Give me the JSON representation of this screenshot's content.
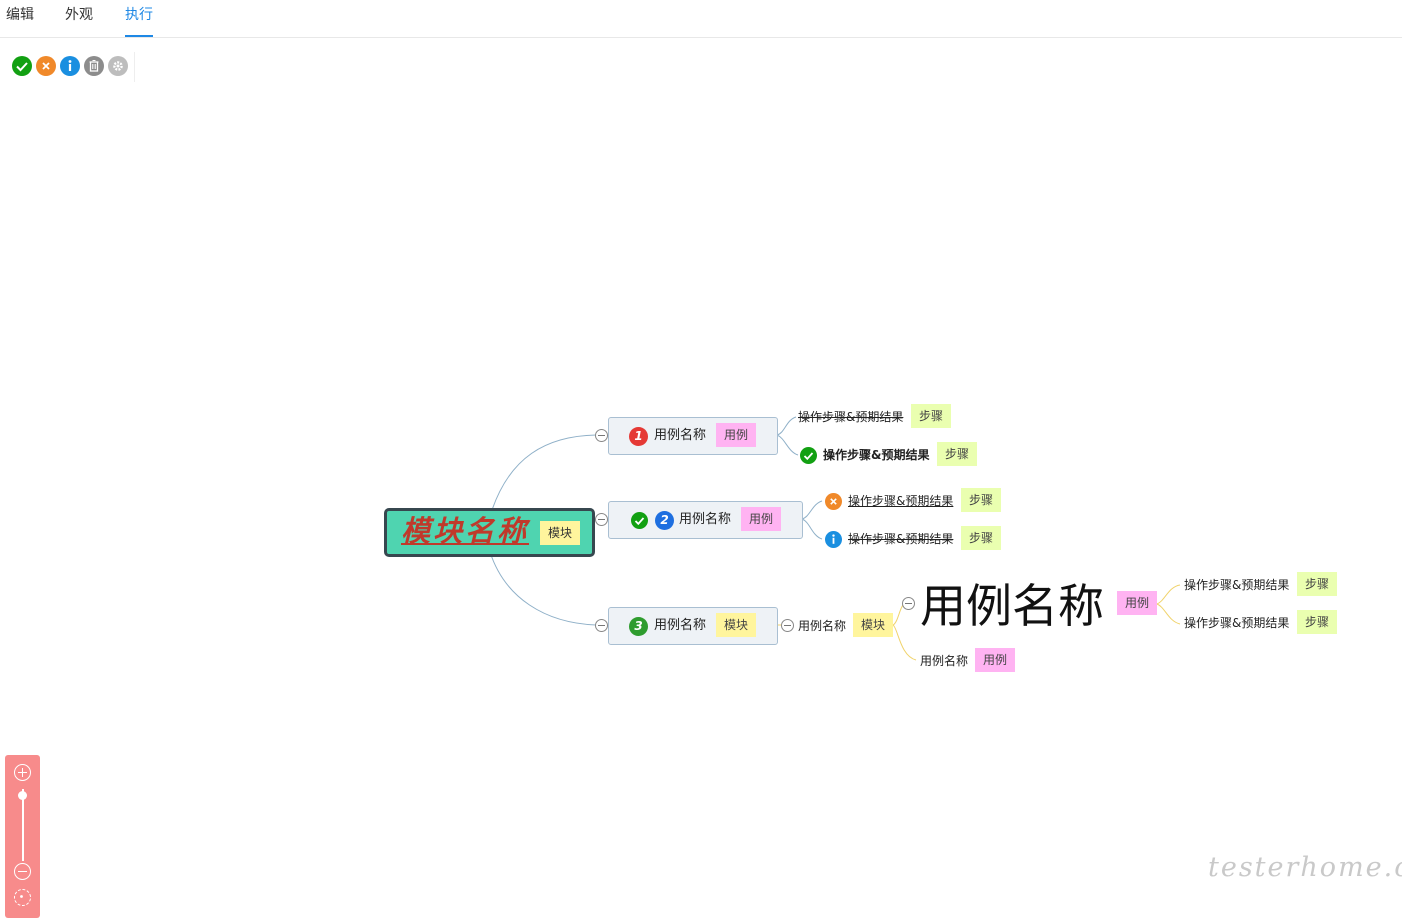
{
  "tabs": [
    {
      "label": "编辑",
      "active": false
    },
    {
      "label": "外观",
      "active": false
    },
    {
      "label": "执行",
      "active": true
    }
  ],
  "toolbar": {
    "buttons": [
      {
        "icon": "check-icon",
        "color": "#12a012"
      },
      {
        "icon": "cross-icon",
        "color": "#f0892a"
      },
      {
        "icon": "info-icon",
        "color": "#1a8fe0"
      },
      {
        "icon": "trash-icon",
        "color": "#8c8c8c"
      },
      {
        "icon": "gear-icon",
        "color": "#bdbdbd"
      }
    ]
  },
  "mindmap": {
    "root": {
      "text": "模块名称",
      "tag": "模块",
      "color": "#4fd4b0",
      "text_color": "#c0392b"
    },
    "cases": [
      {
        "priority": "1",
        "priority_color": "#e53935",
        "text": "用例名称",
        "tag": "用例",
        "status": "",
        "steps": [
          {
            "text": "操作步骤&预期结果",
            "tag": "步骤",
            "status": "",
            "style": "strikethrough"
          },
          {
            "text": "操作步骤&预期结果",
            "tag": "步骤",
            "status": "pass",
            "style": "bold"
          }
        ]
      },
      {
        "priority": "2",
        "priority_color": "#1e6fe0",
        "text": "用例名称",
        "tag": "用例",
        "status": "pass",
        "steps": [
          {
            "text": "操作步骤&预期结果",
            "tag": "步骤",
            "status": "fail",
            "style": "underline"
          },
          {
            "text": "操作步骤&预期结果",
            "tag": "步骤",
            "status": "info",
            "style": "strikethrough"
          }
        ]
      },
      {
        "priority": "3",
        "priority_color": "#2e9c2e",
        "text": "用例名称",
        "tag": "模块",
        "status": "",
        "children": [
          {
            "text": "用例名称",
            "tag": "模块",
            "children": [
              {
                "text": "用例名称",
                "tag": "用例",
                "size": "large",
                "steps": [
                  {
                    "text": "操作步骤&预期结果",
                    "tag": "步骤"
                  },
                  {
                    "text": "操作步骤&预期结果",
                    "tag": "步骤"
                  }
                ]
              },
              {
                "text": "用例名称",
                "tag": "用例"
              }
            ]
          }
        ]
      }
    ]
  },
  "zoom": {
    "level": 0.1,
    "accent": "#f78b8b"
  },
  "watermark": "testerhome.com"
}
